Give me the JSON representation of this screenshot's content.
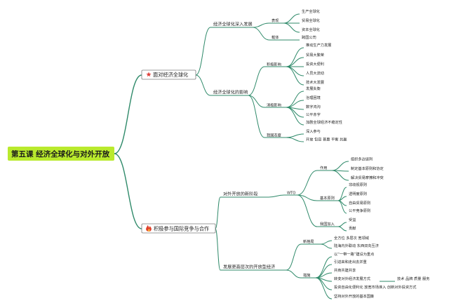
{
  "root": "第五课 经济全球化与对外开放",
  "branches": [
    {
      "label": "面对经济全球化",
      "icon": "star-icon",
      "icon_color": "#e0403a",
      "children": [
        {
          "label": "经济全球化深入发展",
          "children": [
            {
              "label": "表现",
              "children": [
                "生产全球化",
                "贸易全球化",
                "资本全球化"
              ]
            },
            {
              "label": "载体",
              "children": [
                "跨国公司"
              ]
            }
          ]
        },
        {
          "label": "经济全球化的影响",
          "children": [
            {
              "label": "积极影响",
              "children": [
                "推动生产力发展",
                "贸易大繁荣",
                "投资大便利",
                "人员大流动",
                "技术大发展"
              ]
            },
            {
              "label": "消极影响",
              "children": [
                "发展失衡",
                "治理困境",
                "数字鸿沟",
                "公平赤字",
                "加剧全球经济不稳定性"
              ]
            },
            {
              "label": "我国态度",
              "children": [
                "深入参与",
                "开放 包容 普惠 平衡 共赢"
              ]
            }
          ]
        }
      ]
    },
    {
      "label": "积极参与国际竞争与合作",
      "icon": "fire-icon",
      "icon_color": "#e0402a",
      "children": [
        {
          "label": "对外开放的新阶段",
          "children": [
            {
              "label": "WTO",
              "children": [
                {
                  "label": "作用",
                  "children": [
                    "组织多边谈判",
                    "制定基本原则和协定",
                    "解决贸易摩擦和冲突"
                  ]
                },
                {
                  "label": "基本原则",
                  "children": [
                    "非歧视原则",
                    "透明度原则",
                    "自由贸易原则",
                    "公平竞争原则"
                  ]
                },
                {
                  "label": "我国加入",
                  "children": [
                    "受益",
                    "贡献"
                  ]
                }
              ]
            }
          ]
        },
        {
          "label": "发展更高层次的开放型经济",
          "children": [
            {
              "label": "新格局",
              "children": [
                "全方位 多层次 宽领域",
                "陆海内外联动 东西双向互济"
              ]
            },
            {
              "label": "措施",
              "children": [
                {
                  "label": "以“一带一路”建设为重点"
                },
                {
                  "label": "引进来和走出去并重"
                },
                {
                  "label": "共商共建共享"
                },
                {
                  "label": "转变对外经济发展方式",
                  "detail": "技术 品牌 质量 服务"
                },
                {
                  "label": "投资自由化便利化 放宽市场准入 创新对外投资方式"
                },
                {
                  "label": "坚持对外开放的基本国策"
                }
              ]
            }
          ]
        }
      ]
    }
  ]
}
